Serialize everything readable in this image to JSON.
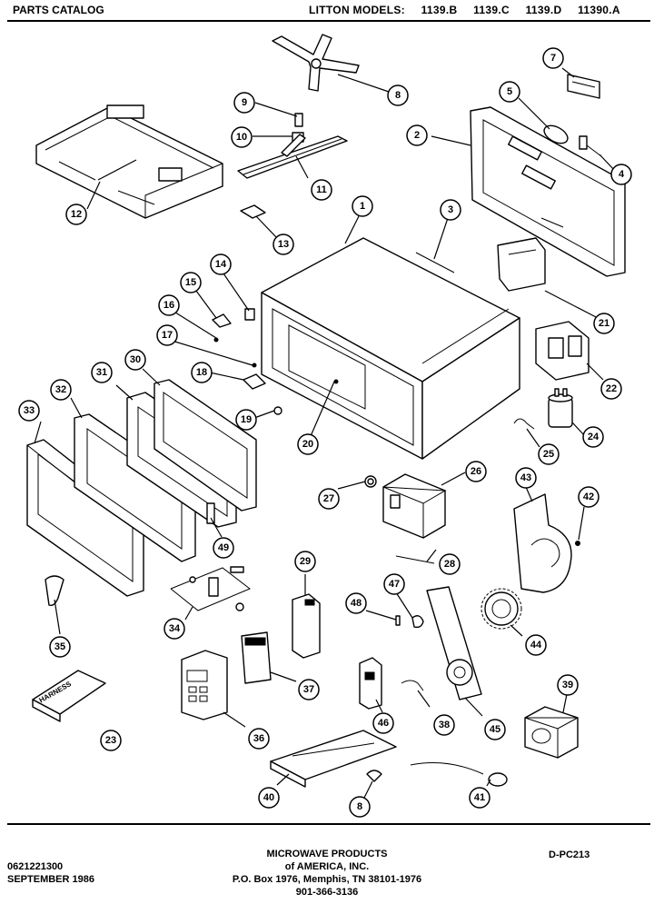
{
  "header": {
    "title": "PARTS CATALOG",
    "brand_label": "LITTON  MODELS:",
    "models": [
      "1139.B",
      "1139.C",
      "1139.D",
      "11390.A"
    ]
  },
  "callouts": [
    {
      "id": "c1",
      "label": "1"
    },
    {
      "id": "c2",
      "label": "2"
    },
    {
      "id": "c3",
      "label": "3"
    },
    {
      "id": "c4",
      "label": "4"
    },
    {
      "id": "c5",
      "label": "5"
    },
    {
      "id": "c7",
      "label": "7"
    },
    {
      "id": "c8a",
      "label": "8"
    },
    {
      "id": "c8b",
      "label": "8"
    },
    {
      "id": "c9",
      "label": "9"
    },
    {
      "id": "c10",
      "label": "10"
    },
    {
      "id": "c11",
      "label": "11"
    },
    {
      "id": "c12",
      "label": "12"
    },
    {
      "id": "c13",
      "label": "13"
    },
    {
      "id": "c14",
      "label": "14"
    },
    {
      "id": "c15",
      "label": "15"
    },
    {
      "id": "c16",
      "label": "16"
    },
    {
      "id": "c17",
      "label": "17"
    },
    {
      "id": "c18",
      "label": "18"
    },
    {
      "id": "c19",
      "label": "19"
    },
    {
      "id": "c20",
      "label": "20"
    },
    {
      "id": "c21",
      "label": "21"
    },
    {
      "id": "c22",
      "label": "22"
    },
    {
      "id": "c23",
      "label": "23"
    },
    {
      "id": "c24",
      "label": "24"
    },
    {
      "id": "c25",
      "label": "25"
    },
    {
      "id": "c26",
      "label": "26"
    },
    {
      "id": "c27",
      "label": "27"
    },
    {
      "id": "c28",
      "label": "28"
    },
    {
      "id": "c29",
      "label": "29"
    },
    {
      "id": "c30",
      "label": "30"
    },
    {
      "id": "c31",
      "label": "31"
    },
    {
      "id": "c32",
      "label": "32"
    },
    {
      "id": "c33",
      "label": "33"
    },
    {
      "id": "c34",
      "label": "34"
    },
    {
      "id": "c35",
      "label": "35"
    },
    {
      "id": "c36",
      "label": "36"
    },
    {
      "id": "c37",
      "label": "37"
    },
    {
      "id": "c38",
      "label": "38"
    },
    {
      "id": "c39",
      "label": "39"
    },
    {
      "id": "c40",
      "label": "40"
    },
    {
      "id": "c41",
      "label": "41"
    },
    {
      "id": "c42",
      "label": "42"
    },
    {
      "id": "c43",
      "label": "43"
    },
    {
      "id": "c44",
      "label": "44"
    },
    {
      "id": "c45",
      "label": "45"
    },
    {
      "id": "c46",
      "label": "46"
    },
    {
      "id": "c47",
      "label": "47"
    },
    {
      "id": "c48",
      "label": "48"
    },
    {
      "id": "c49",
      "label": "49"
    }
  ],
  "harness_label": "HARNESS",
  "footer": {
    "part_code": "0621221300",
    "date": "SEPTEMBER 1986",
    "company_line1": "MICROWAVE PRODUCTS",
    "company_line2": "of AMERICA, INC.",
    "address": "P.O. Box 1976,   Memphis, TN  38101-1976",
    "phone": "901-366-3136",
    "doc_id": "D-PC213"
  }
}
